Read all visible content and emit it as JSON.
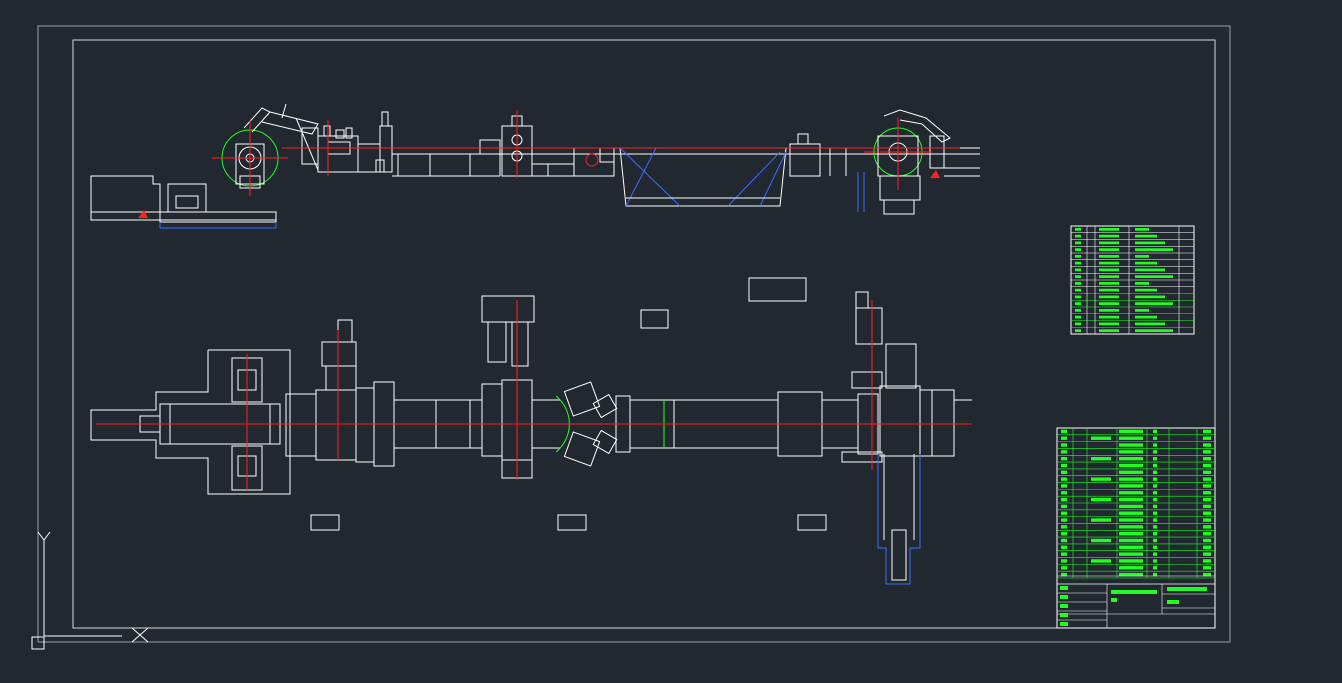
{
  "drawing": {
    "background": "#212830",
    "colors": {
      "line": "#ffffff",
      "center": "#ff2020",
      "frame": "#9aa0a8",
      "green": "#20ff20",
      "blue": "#3a6cff",
      "cyan": "#3aa8ff"
    }
  },
  "ucs": {
    "y_label": "Y"
  },
  "tables": {
    "parts_list_top": {
      "rows": 16,
      "columns": 4
    },
    "parts_list_bottom": {
      "rows": 22,
      "columns": 6
    }
  },
  "icons": {
    "ucs": "ucs-axis-icon",
    "origin": "origin-square-icon"
  }
}
